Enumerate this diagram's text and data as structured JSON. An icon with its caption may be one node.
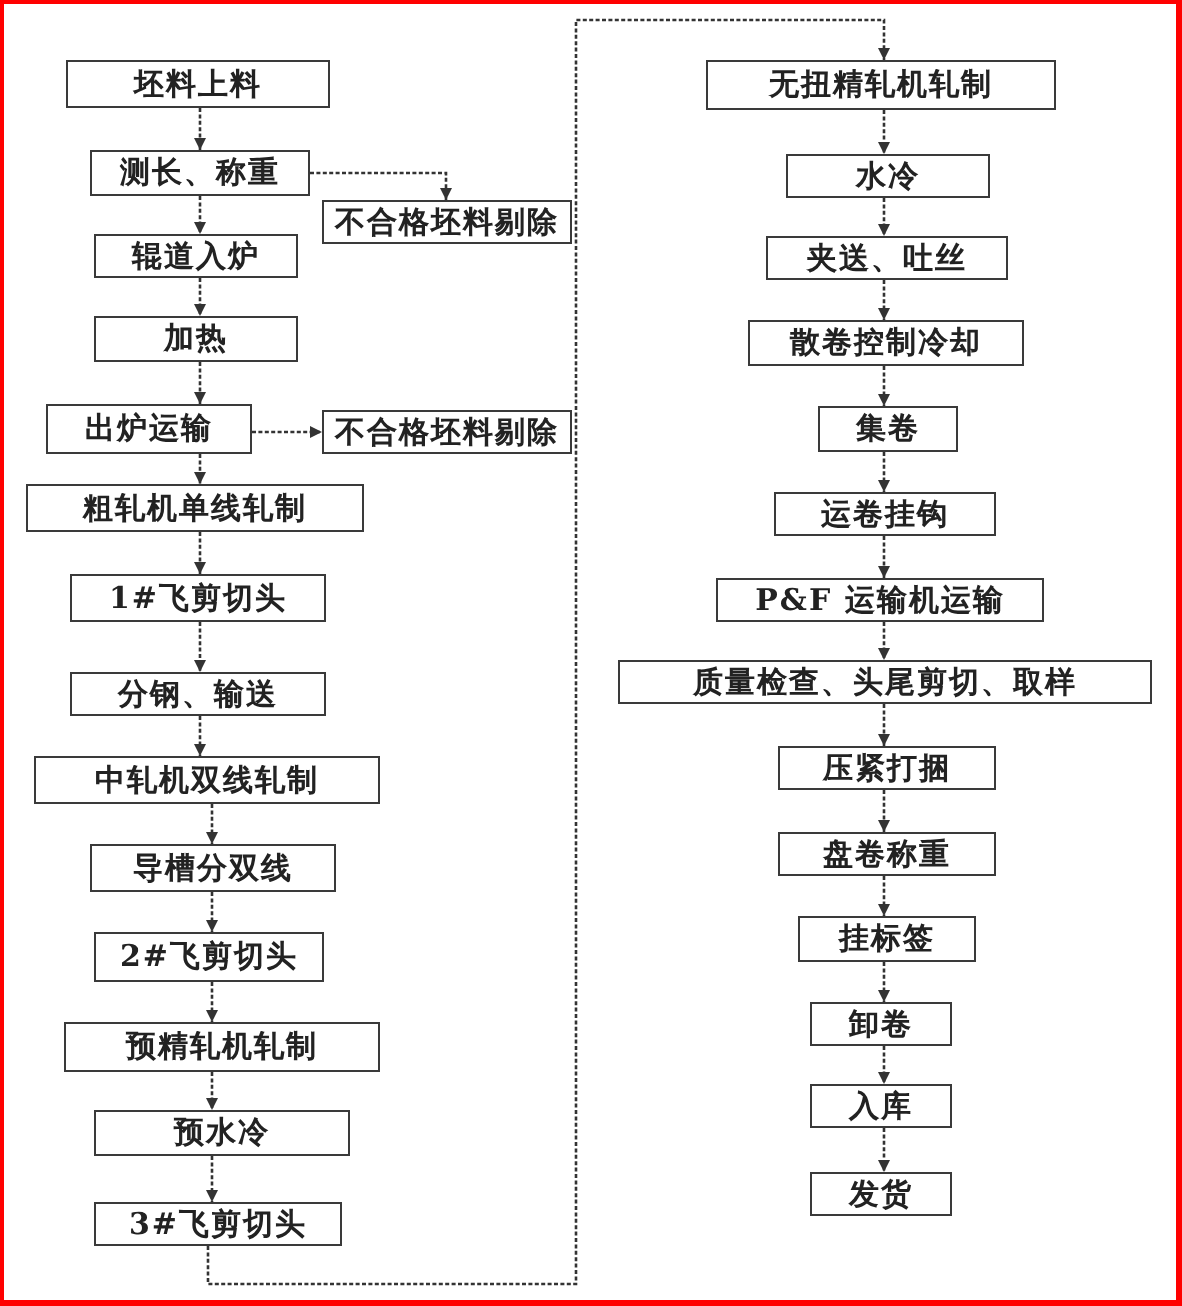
{
  "diagram": {
    "nodes": [
      {
        "text": [
          "坯料上料"
        ]
      },
      {
        "text": [
          "测长、称重"
        ]
      },
      {
        "text": [
          "不合格坯料剔除"
        ]
      },
      {
        "text": [
          "辊道入炉"
        ]
      },
      {
        "text": [
          "加热"
        ]
      },
      {
        "text": [
          "出炉运输"
        ]
      },
      {
        "text": [
          "不合格坯料剔除"
        ]
      },
      {
        "text": [
          "粗轧机单线轧制"
        ]
      },
      {
        "text": [
          "1#飞剪切头"
        ]
      },
      {
        "text": [
          "分钢、输送"
        ]
      },
      {
        "text": [
          "中轧机双线轧制"
        ]
      },
      {
        "text": [
          "导槽分双线"
        ]
      },
      {
        "text": [
          "2#飞剪切头"
        ]
      },
      {
        "text": [
          "预精轧机轧制"
        ]
      },
      {
        "text": [
          "预水冷"
        ]
      },
      {
        "text": [
          "3#飞剪切头"
        ]
      },
      {
        "text": [
          "无扭精轧机轧制"
        ]
      },
      {
        "text": [
          "水冷"
        ]
      },
      {
        "text": [
          "夹送、吐丝"
        ]
      },
      {
        "text": [
          "散卷控制冷却"
        ]
      },
      {
        "text": [
          "集卷"
        ]
      },
      {
        "text": [
          "运卷挂钩"
        ]
      },
      {
        "text": [
          "P&F 运输机运输"
        ]
      },
      {
        "text": [
          "质量检查、头尾剪切、取样"
        ]
      },
      {
        "text": [
          "压紧打捆"
        ]
      },
      {
        "text": [
          "盘卷称重"
        ]
      },
      {
        "text": [
          "挂标签"
        ]
      },
      {
        "text": [
          "卸卷"
        ]
      },
      {
        "text": [
          "入库"
        ]
      },
      {
        "text": [
          "发货"
        ]
      }
    ],
    "edges": [
      {
        "from": 0,
        "to": 1,
        "arrow": "to"
      },
      {
        "from": 1,
        "to": 2,
        "arrow": "to"
      },
      {
        "from": 1,
        "to": 3,
        "arrow": "to"
      },
      {
        "from": 3,
        "to": 4,
        "arrow": "to"
      },
      {
        "from": 4,
        "to": 5,
        "arrow": "to"
      },
      {
        "from": 5,
        "to": 6,
        "arrow": "to"
      },
      {
        "from": 5,
        "to": 7,
        "arrow": "to"
      },
      {
        "from": 7,
        "to": 8,
        "arrow": "to"
      },
      {
        "from": 8,
        "to": 9,
        "arrow": "to"
      },
      {
        "from": 9,
        "to": 10,
        "arrow": "to"
      },
      {
        "from": 10,
        "to": 11,
        "arrow": "to"
      },
      {
        "from": 11,
        "to": 12,
        "arrow": "to"
      },
      {
        "from": 12,
        "to": 13,
        "arrow": "to"
      },
      {
        "from": 13,
        "to": 14,
        "arrow": "to"
      },
      {
        "from": 14,
        "to": 15,
        "arrow": "to"
      },
      {
        "from": 15,
        "to": 16,
        "arrow": "to"
      },
      {
        "from": 16,
        "to": 17,
        "arrow": "to"
      },
      {
        "from": 17,
        "to": 18,
        "arrow": "to"
      },
      {
        "from": 18,
        "to": 19,
        "arrow": "to"
      },
      {
        "from": 19,
        "to": 20,
        "arrow": "to"
      },
      {
        "from": 20,
        "to": 21,
        "arrow": "to"
      },
      {
        "from": 21,
        "to": 22,
        "arrow": "to"
      },
      {
        "from": 22,
        "to": 23,
        "arrow": "to"
      },
      {
        "from": 23,
        "to": 24,
        "arrow": "to"
      },
      {
        "from": 24,
        "to": 25,
        "arrow": "to"
      },
      {
        "from": 25,
        "to": 26,
        "arrow": "to"
      },
      {
        "from": 26,
        "to": 27,
        "arrow": "to"
      },
      {
        "from": 27,
        "to": 28,
        "arrow": "to"
      },
      {
        "from": 28,
        "to": 29,
        "arrow": "to"
      }
    ]
  }
}
